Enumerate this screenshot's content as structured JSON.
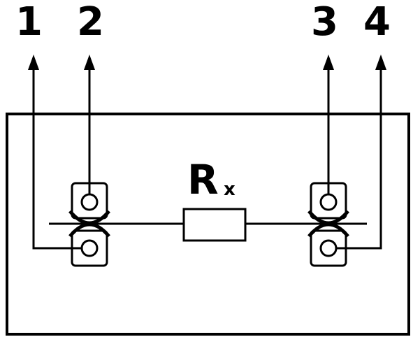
{
  "terminals": [
    {
      "id": 1,
      "label": "1"
    },
    {
      "id": 2,
      "label": "2"
    },
    {
      "id": 3,
      "label": "3"
    },
    {
      "id": 4,
      "label": "4"
    }
  ],
  "resistor": {
    "symbol": "R",
    "subscript": "x"
  },
  "colors": {
    "ink": "#000000",
    "background": "#ffffff"
  }
}
